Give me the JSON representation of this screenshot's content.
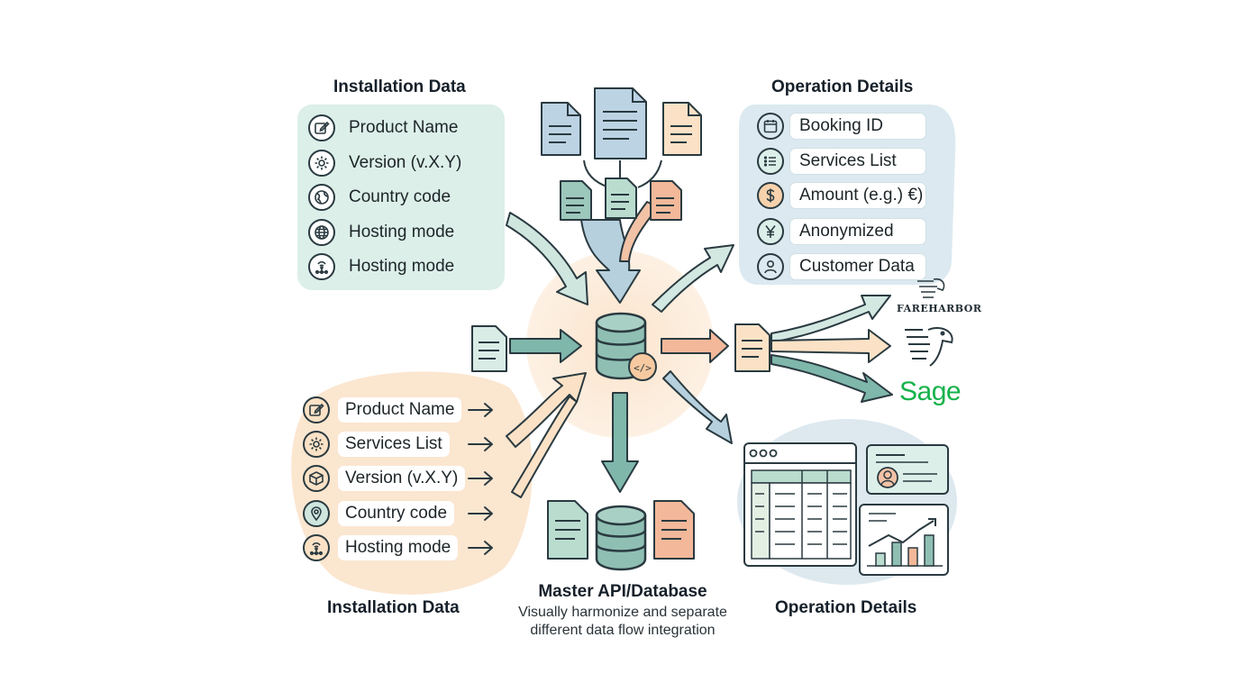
{
  "installation_top": {
    "title": "Installation Data",
    "items": [
      {
        "label": "Product Name",
        "icon": "edit-icon"
      },
      {
        "label": "Version (v.X.Y)",
        "icon": "gear-icon"
      },
      {
        "label": "Country code",
        "icon": "globe-map-icon"
      },
      {
        "label": "Hosting mode",
        "icon": "globe-icon"
      },
      {
        "label": "Hosting mode",
        "icon": "network-icon"
      }
    ]
  },
  "installation_bottom": {
    "title": "Installation Data",
    "items": [
      {
        "label": "Product Name",
        "icon": "edit-icon"
      },
      {
        "label": "Services List",
        "icon": "gear-icon"
      },
      {
        "label": "Version (v.X.Y)",
        "icon": "box-icon"
      },
      {
        "label": "Country code",
        "icon": "location-pin-icon"
      },
      {
        "label": "Hosting mode",
        "icon": "network-icon"
      }
    ]
  },
  "operation_top": {
    "title": "Operation Details",
    "items": [
      {
        "label": "Booking ID",
        "icon": "calendar-icon"
      },
      {
        "label": "Services List",
        "icon": "list-icon"
      },
      {
        "label": "Amount (e.g.) €)",
        "icon": "dollar-icon"
      },
      {
        "label": "Anonymized",
        "icon": "yen-icon"
      },
      {
        "label": "Customer Data",
        "icon": "user-icon"
      }
    ]
  },
  "operation_bottom": {
    "title": "Operation Details"
  },
  "center": {
    "title": "Master API/Database",
    "subtitle_line1": "Visually harmonize and separate",
    "subtitle_line2": "different data flow integration"
  },
  "integrations": {
    "fareharbor": "FAREHARBOR",
    "sage": "Sage"
  },
  "colors": {
    "green_panel": "#dcefe9",
    "orange_blob": "#fbe6d0",
    "blue_blob": "#dce9f0",
    "teal_arrow": "#7fb7ab",
    "orange_arrow": "#f2b899",
    "blue_arrow": "#b6d0de",
    "sage_green": "#16b24a"
  }
}
